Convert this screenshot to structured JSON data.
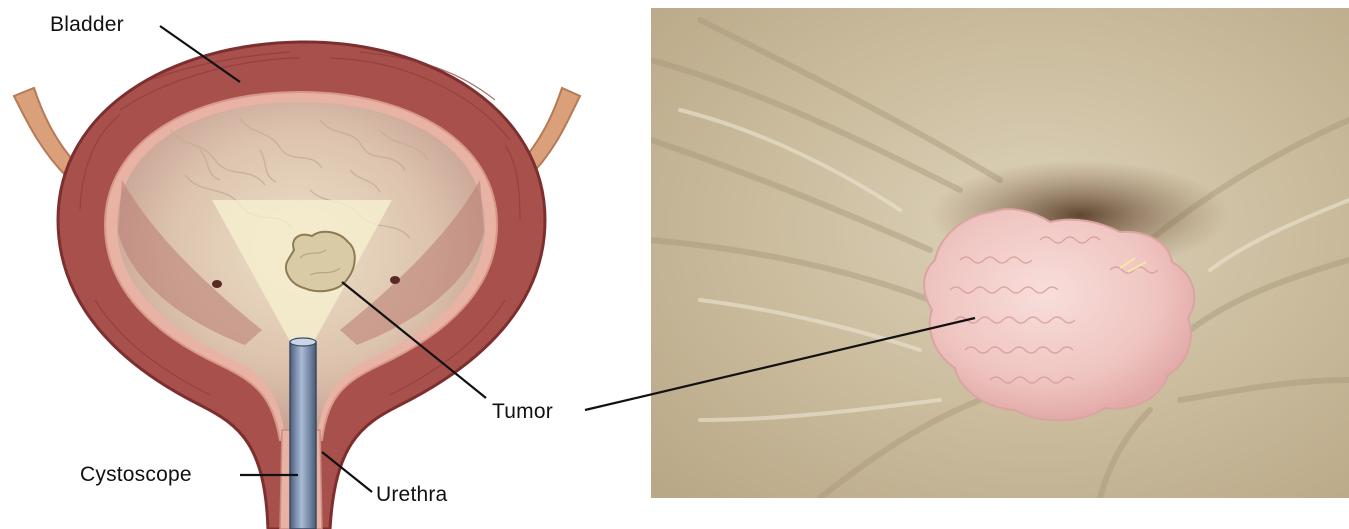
{
  "labels": {
    "bladder": "Bladder",
    "tumor": "Tumor",
    "cystoscope": "Cystoscope",
    "urethra": "Urethra"
  },
  "colors": {
    "bladder_wall": "#a8504c",
    "bladder_wall_dark": "#7c2f2e",
    "inner_lining": "#e8b2a4",
    "cavity": "#dcc6b0",
    "light_cone": "#f2e8c4",
    "tumor_illustration": "#d9cba6",
    "cystoscope": "#6f86a6",
    "ureter": "#d9a07a",
    "photo_background": "#cfc1a4",
    "photo_tumor": "#f2c7c4",
    "leader_lines": "#111111"
  }
}
